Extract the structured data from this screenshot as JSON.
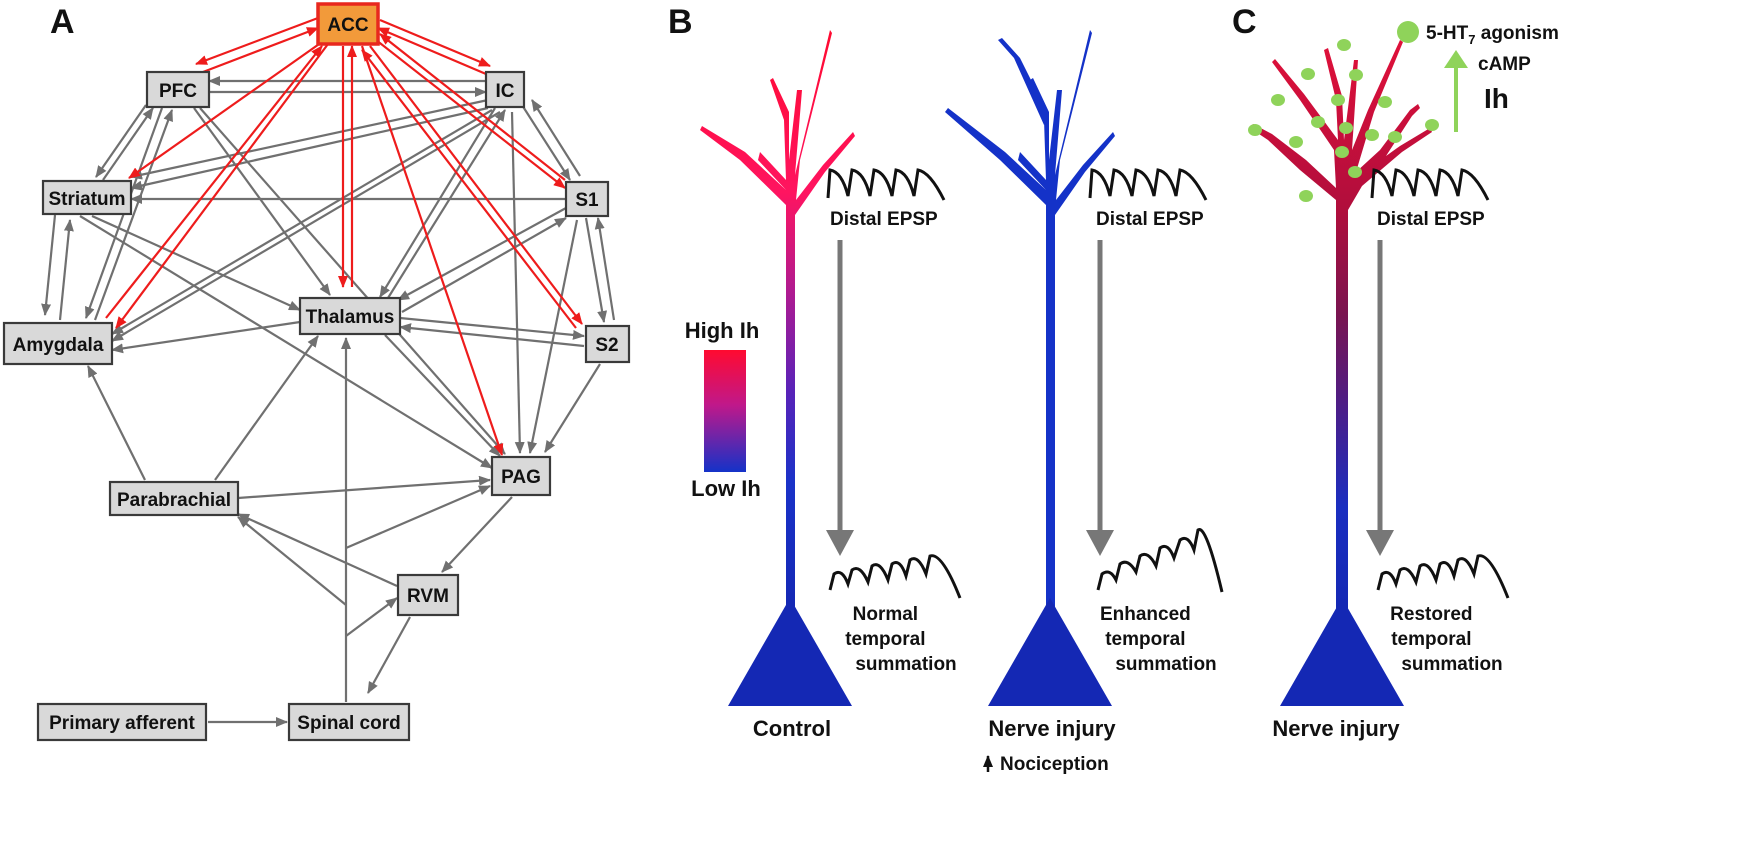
{
  "panels": {
    "a": "A",
    "b": "B",
    "c": "C"
  },
  "nodes": {
    "acc": "ACC",
    "pfc": "PFC",
    "ic": "IC",
    "striatum": "Striatum",
    "s1": "S1",
    "thalamus": "Thalamus",
    "amygdala": "Amygdala",
    "s2": "S2",
    "pag": "PAG",
    "parabrachial": "Parabrachial",
    "rvm": "RVM",
    "primary_afferent": "Primary afferent",
    "spinal_cord": "Spinal cord"
  },
  "legend": {
    "high": "High Ih",
    "low": "Low Ih"
  },
  "neuron_control": {
    "epsp": "Distal EPSP",
    "result": [
      "Normal",
      "temporal",
      "summation"
    ],
    "label": "Control"
  },
  "neuron_injury": {
    "epsp": "Distal EPSP",
    "result": [
      "Enhanced",
      "temporal",
      "summation"
    ],
    "label": "Nerve injury",
    "note": "Nociception"
  },
  "neuron_restored": {
    "epsp": "Distal EPSP",
    "result": [
      "Restored",
      "temporal",
      "summation"
    ],
    "label": "Nerve injury"
  },
  "agonism": {
    "prefix": "5-HT",
    "subscript": "7",
    "suffix": " agonism",
    "camp": "cAMP",
    "ih": "Ih"
  },
  "colors": {
    "high_ih": "#ff0a30",
    "low_ih": "#1432c8",
    "soma": "#1428b4",
    "agonist": "#8fd35a",
    "red_arrow": "#ee1c1c",
    "gray_arrow": "#707070"
  }
}
